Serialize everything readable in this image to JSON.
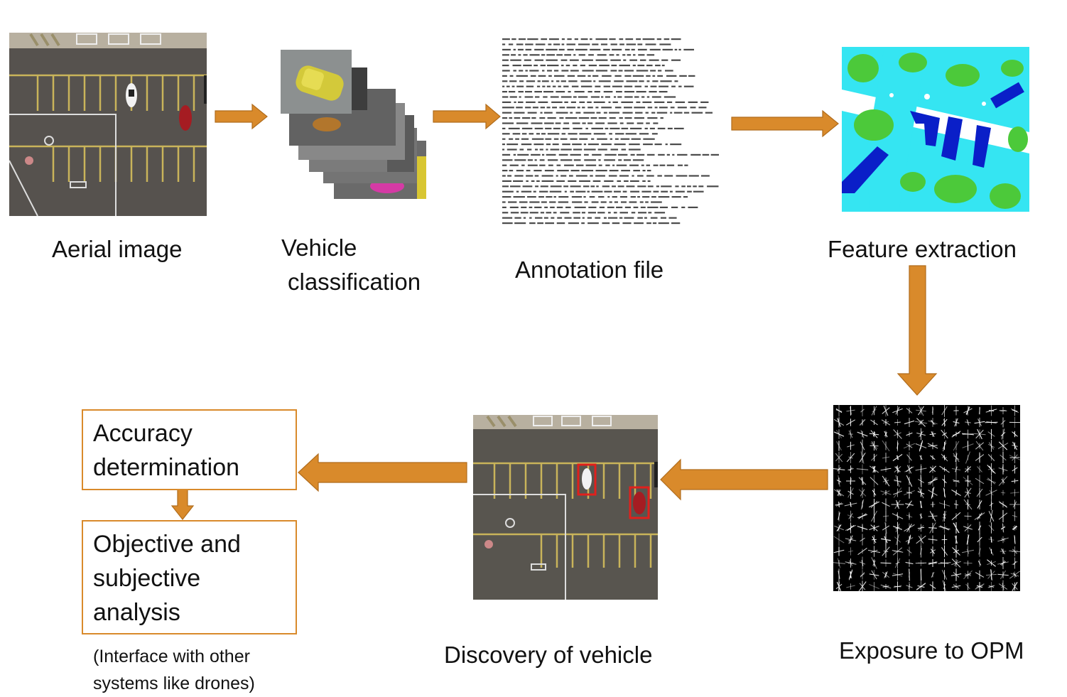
{
  "labels": {
    "aerial_image": "Aerial image",
    "vehicle_classification_1": "Vehicle",
    "vehicle_classification_2": "classification",
    "annotation_file": "Annotation file",
    "feature_extraction": "Feature extraction",
    "exposure_to_opm": "Exposure to OPM",
    "discovery_of_vehicle": "Discovery of vehicle"
  },
  "boxes": {
    "accuracy": [
      "Accuracy",
      "determination"
    ],
    "analysis": [
      "Objective and",
      "subjective",
      "analysis"
    ]
  },
  "note": [
    "(Interface with other",
    "systems like drones)"
  ],
  "colors": {
    "arrow": "#d98a2b",
    "box_border": "#d98a2b",
    "detection_box": "#e0201c",
    "segmentation_cyan": "#33e6f2",
    "segmentation_blue": "#0a1fc8",
    "segmentation_green": "#4cc93a"
  }
}
